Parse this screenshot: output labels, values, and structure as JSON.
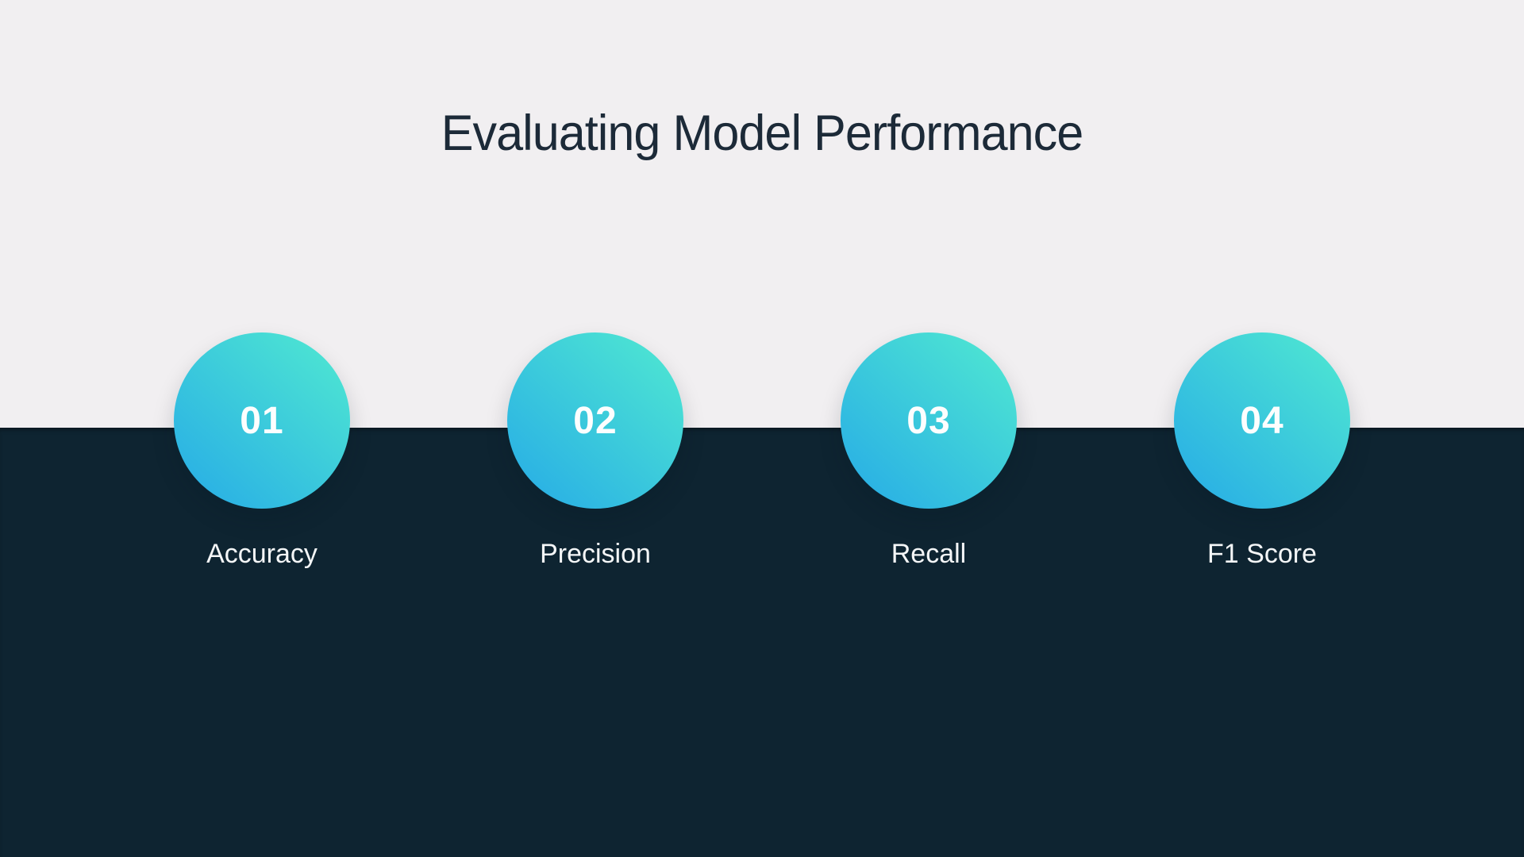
{
  "slide": {
    "title": "Evaluating Model Performance",
    "items": [
      {
        "number": "01",
        "label": "Accuracy"
      },
      {
        "number": "02",
        "label": "Precision"
      },
      {
        "number": "03",
        "label": "Recall"
      },
      {
        "number": "04",
        "label": "F1 Score"
      }
    ],
    "colors": {
      "background_top": "#f1eff1",
      "background_bottom": "#0e2431",
      "circle_gradient_start": "#4ee6d2",
      "circle_gradient_end": "#2bb2e4",
      "title_text": "#1c2a38",
      "number_text": "#fdfefe",
      "label_text": "#f4f6f7"
    }
  }
}
